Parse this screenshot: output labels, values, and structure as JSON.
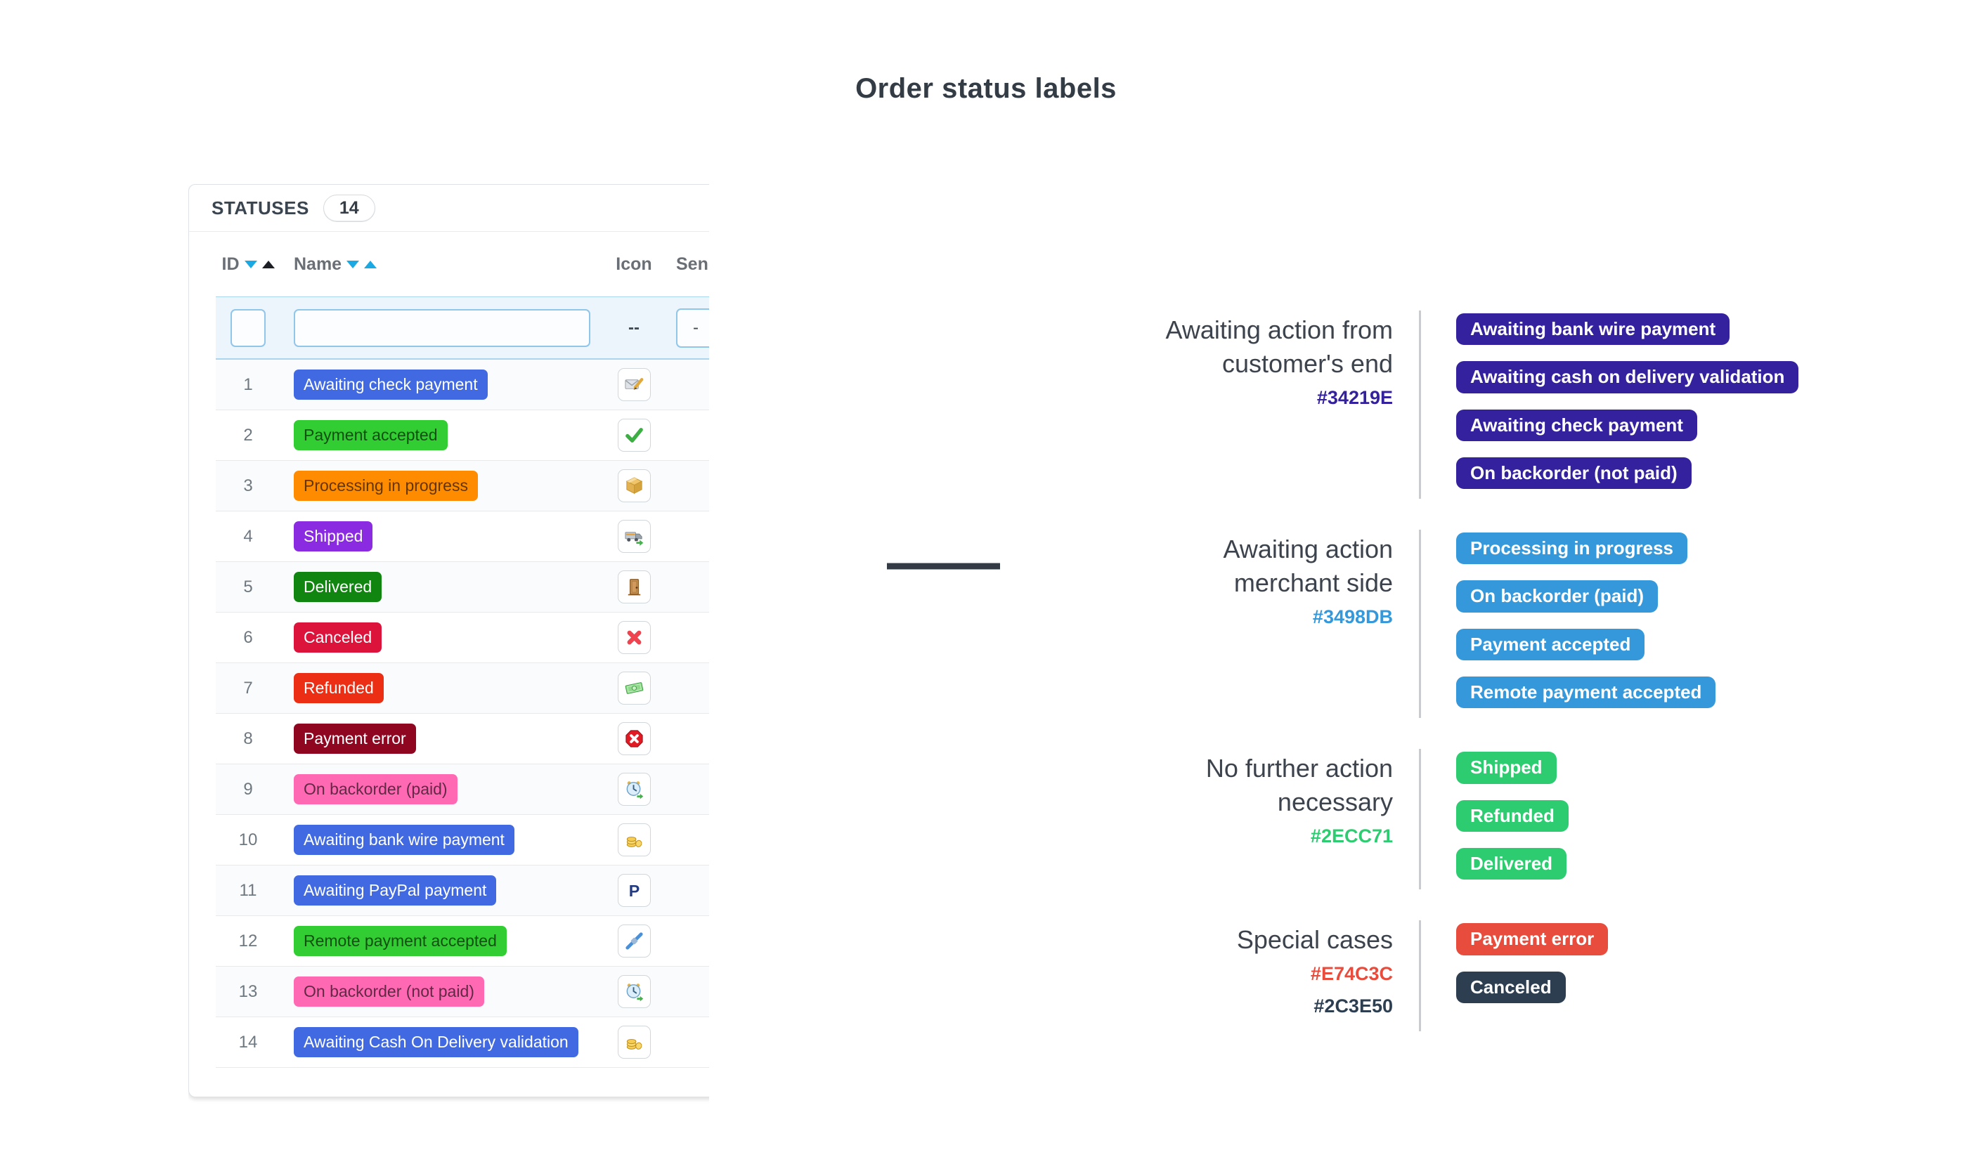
{
  "page": {
    "title": "Order status labels"
  },
  "panel": {
    "header": {
      "label": "STATUSES",
      "count": "14"
    },
    "columns": {
      "id": {
        "label": "ID",
        "sort_desc_color": "#1ba9e4",
        "sort_asc_color": "#1c2024"
      },
      "name": {
        "label": "Name",
        "sort_desc_color": "#1ba9e4",
        "sort_asc_color": "#1ba9e4"
      },
      "icon": {
        "label": "Icon"
      },
      "send": {
        "label": "Send"
      }
    },
    "filter": {
      "id_value": "",
      "name_value": "",
      "icon_placeholder": "--",
      "send_value": "-"
    },
    "statuses": [
      {
        "id": "1",
        "name": "Awaiting check payment",
        "color": "#4169E1",
        "text_color": "#ffffff",
        "icon": "envelope-edit-icon"
      },
      {
        "id": "2",
        "name": "Payment accepted",
        "color": "#32CD32",
        "text_color": "rgba(0,0,0,0.62)",
        "icon": "check-icon"
      },
      {
        "id": "3",
        "name": "Processing in progress",
        "color": "#FF8C00",
        "text_color": "rgba(0,0,0,0.62)",
        "icon": "package-icon"
      },
      {
        "id": "4",
        "name": "Shipped",
        "color": "#8A2BE2",
        "text_color": "#ffffff",
        "icon": "truck-icon"
      },
      {
        "id": "5",
        "name": "Delivered",
        "color": "#108510",
        "text_color": "#ffffff",
        "icon": "door-icon"
      },
      {
        "id": "6",
        "name": "Canceled",
        "color": "#DC143C",
        "text_color": "#ffffff",
        "icon": "cross-icon"
      },
      {
        "id": "7",
        "name": "Refunded",
        "color": "#EC2E15",
        "text_color": "#ffffff",
        "icon": "banknote-icon"
      },
      {
        "id": "8",
        "name": "Payment error",
        "color": "#8F0621",
        "text_color": "#ffffff",
        "icon": "stop-error-icon"
      },
      {
        "id": "9",
        "name": "On backorder (paid)",
        "color": "#FF69B4",
        "text_color": "rgba(0,0,0,0.62)",
        "icon": "clock-arrow-icon"
      },
      {
        "id": "10",
        "name": "Awaiting bank wire payment",
        "color": "#4169E1",
        "text_color": "#ffffff",
        "icon": "coins-icon"
      },
      {
        "id": "11",
        "name": "Awaiting PayPal payment",
        "color": "#4169E1",
        "text_color": "#ffffff",
        "icon": "paypal-icon"
      },
      {
        "id": "12",
        "name": "Remote payment accepted",
        "color": "#32CD32",
        "text_color": "rgba(0,0,0,0.62)",
        "icon": "plug-icon"
      },
      {
        "id": "13",
        "name": "On backorder (not paid)",
        "color": "#FF69B4",
        "text_color": "rgba(0,0,0,0.62)",
        "icon": "clock-arrow-icon"
      },
      {
        "id": "14",
        "name": "Awaiting Cash On Delivery validation",
        "color": "#4169E1",
        "text_color": "#ffffff",
        "icon": "coins-icon"
      }
    ]
  },
  "groups": [
    {
      "heading_lines": [
        "Awaiting action from",
        "customer's end"
      ],
      "hex_labels": [
        {
          "text": "#34219E",
          "color": "#34219E"
        }
      ],
      "badges": [
        {
          "label": "Awaiting bank wire payment",
          "color": "#34219E"
        },
        {
          "label": "Awaiting cash on delivery validation",
          "color": "#34219E"
        },
        {
          "label": "Awaiting check payment",
          "color": "#34219E"
        },
        {
          "label": "On backorder (not paid)",
          "color": "#34219E"
        }
      ]
    },
    {
      "heading_lines": [
        "Awaiting action",
        "merchant side"
      ],
      "hex_labels": [
        {
          "text": "#3498DB",
          "color": "#3498DB"
        }
      ],
      "badges": [
        {
          "label": "Processing in progress",
          "color": "#3498DB"
        },
        {
          "label": "On backorder (paid)",
          "color": "#3498DB"
        },
        {
          "label": "Payment accepted",
          "color": "#3498DB"
        },
        {
          "label": "Remote payment accepted",
          "color": "#3498DB"
        }
      ]
    },
    {
      "heading_lines": [
        "No further action",
        "necessary"
      ],
      "hex_labels": [
        {
          "text": "#2ECC71",
          "color": "#2ECC71"
        }
      ],
      "badges": [
        {
          "label": "Shipped",
          "color": "#2ECC71"
        },
        {
          "label": "Refunded",
          "color": "#2ECC71"
        },
        {
          "label": "Delivered",
          "color": "#2ECC71"
        }
      ]
    },
    {
      "heading_lines": [
        "Special cases"
      ],
      "hex_labels": [
        {
          "text": "#E74C3C",
          "color": "#E74C3C"
        },
        {
          "text": "#2C3E50",
          "color": "#2C3E50"
        }
      ],
      "badges": [
        {
          "label": "Payment error",
          "color": "#E74C3C"
        },
        {
          "label": "Canceled",
          "color": "#2C3E50"
        }
      ]
    }
  ]
}
